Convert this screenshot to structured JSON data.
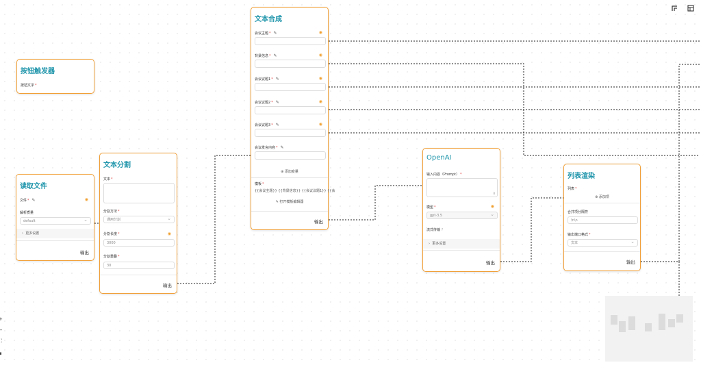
{
  "toolbar": {
    "layout_icon": "layout-icon",
    "panel_icon": "panel-icon"
  },
  "nodes": {
    "button_trigger": {
      "title": "按钮触发器",
      "field_label": "按钮文字"
    },
    "read_file": {
      "title": "读取文件",
      "file_label": "文件",
      "parse_label": "解析质量",
      "parse_value": "default",
      "more_label": "更多设置",
      "output_label": "输出"
    },
    "text_split": {
      "title": "文本分割",
      "text_label": "文本",
      "method_label": "分割方法",
      "method_value": "通用分割",
      "length_label": "分割长度",
      "length_value": "3000",
      "overlap_label": "分割重叠",
      "overlap_value": "30",
      "output_label": "输出"
    },
    "text_compose": {
      "title": "文本合成",
      "fields": [
        "会议主题",
        "背景信息",
        "会议议题1",
        "会议议题2",
        "会议议题3",
        "会议发言内容"
      ],
      "add_var_label": "添加变量",
      "template_label": "模板",
      "template_value": "{{会议主题}} {{背景信息}} {{会议议题1}} {{会",
      "open_editor_label": "打开模板编辑器",
      "output_label": "输出"
    },
    "openai": {
      "title": "OpenAI",
      "prompt_label": "输入内容（Prompt）",
      "prompt_count": "0",
      "model_label": "模型",
      "model_value": "gpt-3.5",
      "stream_label": "流式传输",
      "more_label": "更多设置",
      "output_label": "输出"
    },
    "list_render": {
      "title": "列表渲染",
      "list_label": "列表",
      "add_item_label": "添加项",
      "separator_label": "合并项分隔符",
      "separator_value": "\\n\\n",
      "format_label": "输出端口格式",
      "format_value": "文本",
      "output_label": "输出"
    }
  },
  "colors": {
    "node_border": "#f1a038",
    "title": "#1f95ab",
    "required": "#e03b3b"
  }
}
